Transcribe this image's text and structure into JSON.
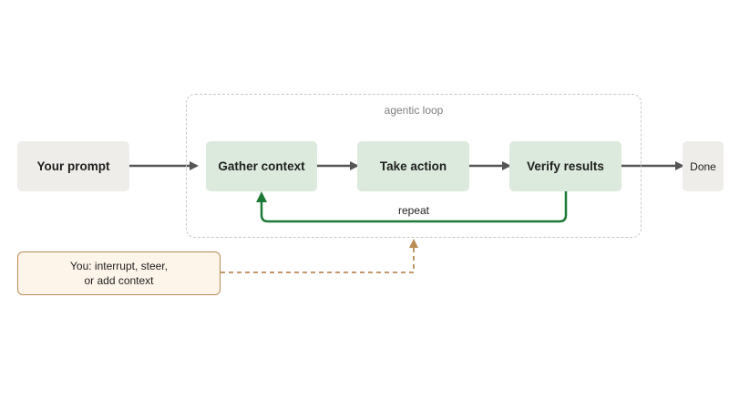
{
  "loop": {
    "title": "agentic loop"
  },
  "nodes": {
    "prompt": "Your prompt",
    "gather": "Gather context",
    "action": "Take action",
    "verify": "Verify results",
    "done": "Done"
  },
  "feedback": {
    "label": "repeat"
  },
  "user_note": {
    "line1": "You: interrupt, steer,",
    "line2": "or add context"
  },
  "colors": {
    "flow_arrow": "#555555",
    "repeat_arrow": "#1d7a36",
    "user_arrow": "#b98c55",
    "loop_step_fill": "#dbeadc",
    "neutral_fill": "#eeedea",
    "note_fill": "#fdf4ea"
  }
}
